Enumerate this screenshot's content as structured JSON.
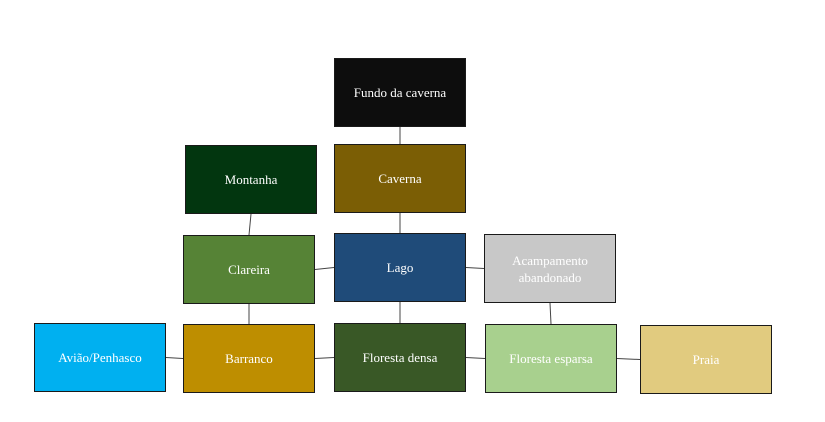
{
  "nodes": {
    "fundo": {
      "label": "Fundo da caverna",
      "color": "#0d0d0d"
    },
    "caverna": {
      "label": "Caverna",
      "color": "#7b5e05"
    },
    "montanha": {
      "label": "Montanha",
      "color": "#02360f"
    },
    "clareira": {
      "label": "Clareira",
      "color": "#568336"
    },
    "lago": {
      "label": "Lago",
      "color": "#1f4b79"
    },
    "acamp": {
      "label": "Acampamento abandonado",
      "color": "#c8c8c8"
    },
    "aviao": {
      "label": "Avião/Penhasco",
      "color": "#00b0f0"
    },
    "barranco": {
      "label": "Barranco",
      "color": "#be8e00"
    },
    "densa": {
      "label": "Floresta densa",
      "color": "#395826"
    },
    "esparsa": {
      "label": "Floresta esparsa",
      "color": "#a8d08e"
    },
    "praia": {
      "label": "Praia",
      "color": "#e1cb7f"
    }
  },
  "links": [
    [
      "fundo",
      "caverna"
    ],
    [
      "caverna",
      "lago"
    ],
    [
      "montanha",
      "clareira"
    ],
    [
      "clareira",
      "lago"
    ],
    [
      "lago",
      "acamp"
    ],
    [
      "lago",
      "densa"
    ],
    [
      "clareira",
      "barranco"
    ],
    [
      "acamp",
      "esparsa"
    ],
    [
      "aviao",
      "barranco"
    ],
    [
      "barranco",
      "densa"
    ],
    [
      "densa",
      "esparsa"
    ],
    [
      "esparsa",
      "praia"
    ]
  ]
}
